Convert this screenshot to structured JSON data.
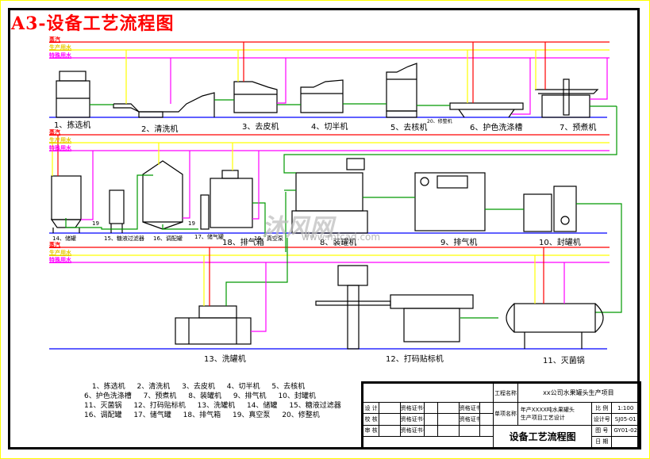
{
  "title": "A3-设备工艺流程图",
  "colors": {
    "steam": "#ff0000",
    "production_water": "#ffff00",
    "special_water": "#ff00ff",
    "product_flow": "#009900",
    "floor": "#0000ff",
    "frame": "#000000",
    "outer_border": "#ffff00"
  },
  "pipe_legend": {
    "steam": "蒸汽",
    "production_water": "生产用水",
    "special_water": "特殊用水"
  },
  "equipment_labels": {
    "e1": "1、拣选机",
    "e2": "2、清洗机",
    "e3": "3、去皮机",
    "e4": "4、切半机",
    "e5": "5、去核机",
    "e20": "20、修整机",
    "e6": "6、护色洗涤槽",
    "e7": "7、预煮机",
    "e14": "14、储罐",
    "e15": "15、糖液过滤器",
    "e16": "16、调配罐",
    "e17": "17、储气罐",
    "e18": "18、排气箱",
    "e19a": "19",
    "e19b": "19",
    "e19c": "19、真空泵",
    "e8": "8、装罐机",
    "e9": "9、排气机",
    "e10": "10、封罐机",
    "e13": "13、洗罐机",
    "e12": "12、打码贴标机",
    "e11": "11、灭菌锅"
  },
  "legend": {
    "rows": [
      [
        "1、拣选机",
        "2、清洗机",
        "3、去皮机",
        "4、切半机",
        "5、去核机"
      ],
      [
        "6、护色洗涤槽",
        "7、预煮机",
        "8、装罐机",
        "9、排气机",
        "10、封罐机"
      ],
      [
        "11、灭菌锅",
        "12、打码贴标机",
        "13、洗罐机",
        "14、储罐",
        "15、糖液过滤器"
      ],
      [
        "16、调配罐",
        "17、储气罐",
        "18、排气箱",
        "19、真空泵",
        "20、修整机"
      ]
    ]
  },
  "title_block": {
    "project_label": "工程名称",
    "project_name": "xx公司水果罐头生产项目",
    "unit_label": "单项名称",
    "unit_name_1": "年产XXXX吨水果罐头",
    "unit_name_2": "生产项目工艺设计",
    "drawing_title": "设备工艺流程图",
    "design_label": "设 计",
    "check_label": "校 核",
    "review_label": "审 核",
    "cert_label_1": "资格证书号",
    "cert_label_2": "资格证书号",
    "cert_label_3": "资格证书号",
    "cert_label_4": "资格证书号",
    "cert_label_5": "资格证书号",
    "scale_label": "比 例",
    "scale_value": "1:100",
    "design_no_label": "设计号",
    "design_no_value": "SJ05-01",
    "drawing_no_label": "图 号",
    "drawing_no_value": "GY01-02",
    "date_label": "日 期"
  },
  "watermark": {
    "text": "沐风网",
    "url": "www.mfcad.com"
  }
}
